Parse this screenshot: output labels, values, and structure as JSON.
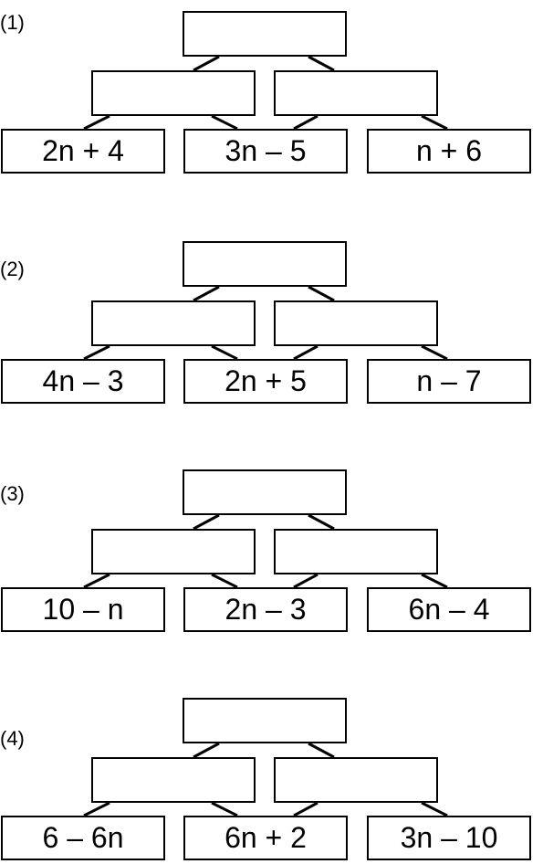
{
  "puzzles": [
    {
      "label": "(1)",
      "expressions": [
        "2n + 4",
        "3n – 5",
        "n + 6"
      ]
    },
    {
      "label": "(2)",
      "expressions": [
        "4n – 3",
        "2n + 5",
        "n – 7"
      ]
    },
    {
      "label": "(3)",
      "expressions": [
        "10 – n",
        "2n – 3",
        "6n – 4"
      ]
    },
    {
      "label": "(4)",
      "expressions": [
        "6 – 6n",
        "6n + 2",
        "3n – 10"
      ]
    }
  ]
}
